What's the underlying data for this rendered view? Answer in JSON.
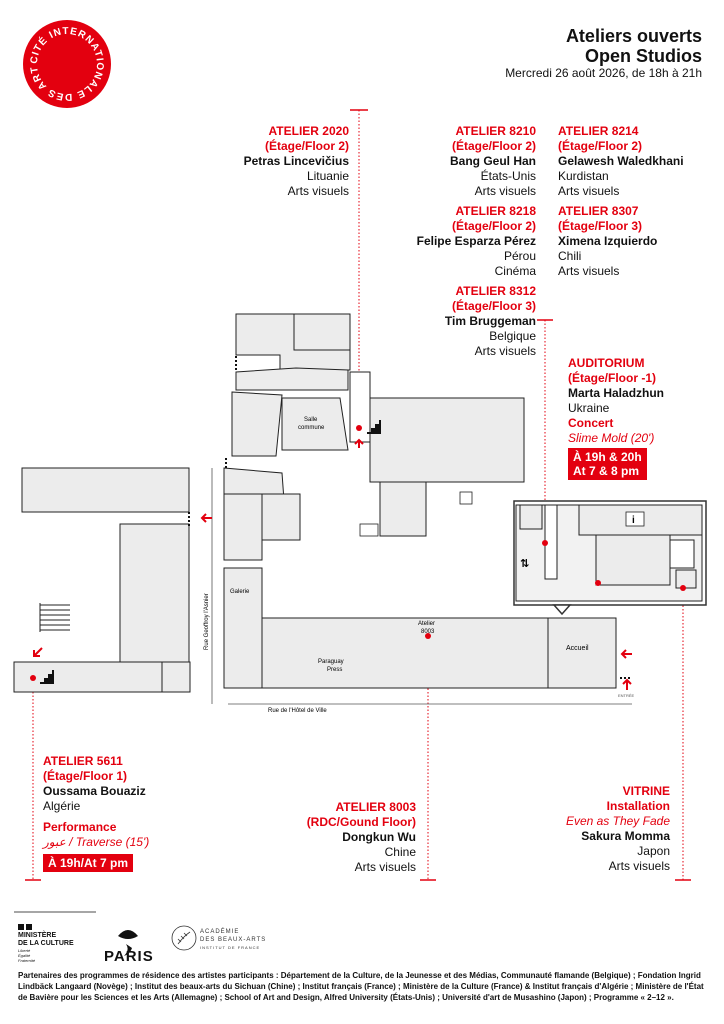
{
  "logo": {
    "text": "CITÉ INTERNATIONALE DES ARTS",
    "color": "#e3000f"
  },
  "header": {
    "title_line1": "Ateliers ouverts",
    "title_line2": "Open Studios",
    "date": "Mercredi 26 août 2026, de 18h à 21h"
  },
  "studios": {
    "a2020": {
      "number": "ATELIER 2020",
      "floor": "(Étage/Floor 2)",
      "artist": "Petras Lincevičius",
      "country": "Lituanie",
      "discipline": "Arts visuels"
    },
    "a8210": {
      "number": "ATELIER 8210",
      "floor": "(Étage/Floor 2)",
      "artist": "Bang Geul Han",
      "country": "États-Unis",
      "discipline": "Arts visuels"
    },
    "a8214": {
      "number": "ATELIER 8214",
      "floor": "(Étage/Floor 2)",
      "artist": "Gelawesh Waledkhani",
      "country": "Kurdistan",
      "discipline": "Arts visuels"
    },
    "a8218": {
      "number": "ATELIER 8218",
      "floor": "(Étage/Floor 2)",
      "artist": "Felipe Esparza Pérez",
      "country": "Pérou",
      "discipline": "Cinéma"
    },
    "a8307": {
      "number": "ATELIER 8307",
      "floor": "(Étage/Floor 3)",
      "artist": "Ximena Izquierdo",
      "country": "Chili",
      "discipline": "Arts visuels"
    },
    "a8312": {
      "number": "ATELIER 8312",
      "floor": "(Étage/Floor 3)",
      "artist": "Tim Bruggeman",
      "country": "Belgique",
      "discipline": "Arts visuels"
    },
    "auditorium": {
      "number": "AUDITORIUM",
      "floor": "(Étage/Floor -1)",
      "artist": "Marta Haladzhun",
      "country": "Ukraine",
      "event": "Concert",
      "title": "Slime Mold",
      "duration": "(20')",
      "time1": "À 19h & 20h",
      "time2": "At 7 & 8 pm"
    },
    "a5611": {
      "number": "ATELIER 5611",
      "floor": "(Étage/Floor 1)",
      "artist": "Oussama Bouaziz",
      "country": "Algérie",
      "event": "Performance",
      "title": "عبور / Traverse",
      "duration": "(15')",
      "time": "À 19h/At 7 pm"
    },
    "a8003": {
      "number": "ATELIER 8003",
      "floor": "(RDC/Gound Floor)",
      "artist": "Dongkun Wu",
      "country": "Chine",
      "discipline": "Arts visuels"
    },
    "vitrine": {
      "number": "VITRINE",
      "event": "Installation",
      "title": "Even as They Fade",
      "artist": "Sakura Momma",
      "country": "Japon",
      "discipline": "Arts visuels"
    }
  },
  "map_labels": {
    "salle": "Salle",
    "commune": "commune",
    "galerie": "Galerie",
    "atelier": "Atelier",
    "atelier_num": "8003",
    "paraguay": "Paraguay",
    "press": "Press",
    "accueil": "Accueil",
    "rue_geoffroy": "Rue Geoffroy l'Asnier",
    "rue_hotel": "Rue de l'Hôtel de Ville",
    "entree": "ENTRÉE",
    "info": "i"
  },
  "footer": {
    "ministere_line1": "MINISTÈRE",
    "ministere_line2": "DE LA CULTURE",
    "ministere_motto1": "Liberté",
    "ministere_motto2": "Égalité",
    "ministere_motto3": "Fraternité",
    "paris": "PARIS",
    "academie_line1": "ACADÉMIE",
    "academie_line2": "DES BEAUX-ARTS",
    "academie_line3": "INSTITUT DE FRANCE",
    "partners": "Partenaires des programmes de résidence des artistes participants : Département de la Culture, de la Jeunesse et des Médias, Communauté flamande (Belgique) ; Fondation Ingrid Lindbäck Langaard (Novège) ; Institut des beaux-arts du Sichuan (Chine) ; Institut français (France) ; Ministère de la Culture (France) & Institut français d'Algérie ; Ministère de l'État de Bavière pour les Sciences et les Arts (Allemagne) ; School of Art and Design, Alfred University (États-Unis) ; Université d'art de Musashino (Japon) ; Programme « 2–12 »."
  }
}
